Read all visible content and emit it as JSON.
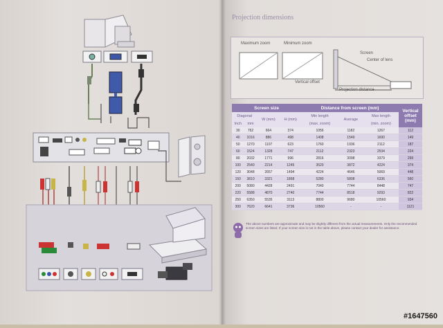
{
  "right_page": {
    "title": "Projection dimensions",
    "diagram": {
      "max_zoom": "Maximum zoom",
      "min_zoom": "Minimum zoom",
      "screen": "Screen",
      "center_of_lens": "Center of lens",
      "vertical_offset": "Vertical offset",
      "projection_distance": "Projection distance"
    },
    "table": {
      "group_headers": [
        "Screen size",
        "Distance from screen (mm)",
        "Vertical offset (mm)"
      ],
      "sub_headers": {
        "diagonal": "Diagonal",
        "w": "W (mm)",
        "h": "H (mm)",
        "min_length": "Min length",
        "max_zoom": "(max. zoom)",
        "average": "Average",
        "max_length": "Max length",
        "min_zoom": "(min. zoom)",
        "inch": "Inch",
        "mm": "mm"
      },
      "rows": [
        [
          "30",
          "762",
          "664",
          "374",
          "1056",
          "1182",
          "1267",
          "112"
        ],
        [
          "40",
          "1016",
          "886",
          "498",
          "1408",
          "1549",
          "1690",
          "149"
        ],
        [
          "50",
          "1270",
          "1107",
          "623",
          "1760",
          "1936",
          "2112",
          "187"
        ],
        [
          "60",
          "1524",
          "1328",
          "747",
          "2112",
          "2323",
          "2534",
          "224"
        ],
        [
          "80",
          "2032",
          "1771",
          "996",
          "2816",
          "3098",
          "3379",
          "299"
        ],
        [
          "100",
          "2540",
          "2214",
          "1245",
          "3520",
          "3872",
          "4224",
          "374"
        ],
        [
          "120",
          "3048",
          "2657",
          "1494",
          "4224",
          "4646",
          "5069",
          "448"
        ],
        [
          "150",
          "3810",
          "3321",
          "1868",
          "5280",
          "5808",
          "6336",
          "560"
        ],
        [
          "200",
          "5080",
          "4428",
          "2491",
          "7040",
          "7744",
          "8448",
          "747"
        ],
        [
          "220",
          "5588",
          "4870",
          "2740",
          "7744",
          "8518",
          "9293",
          "822"
        ],
        [
          "250",
          "6350",
          "5535",
          "3113",
          "8800",
          "9680",
          "10560",
          "934"
        ],
        [
          "300",
          "7620",
          "6641",
          "3736",
          "10560",
          "-",
          "-",
          "1121"
        ]
      ]
    },
    "note": "The above numbers are approximate and may be slightly different from the actual measurements. Only the recommended screen sizes are listed. If your screen size is not in the table above, please contact your dealer for assistance."
  },
  "watermark": "#1647560"
}
